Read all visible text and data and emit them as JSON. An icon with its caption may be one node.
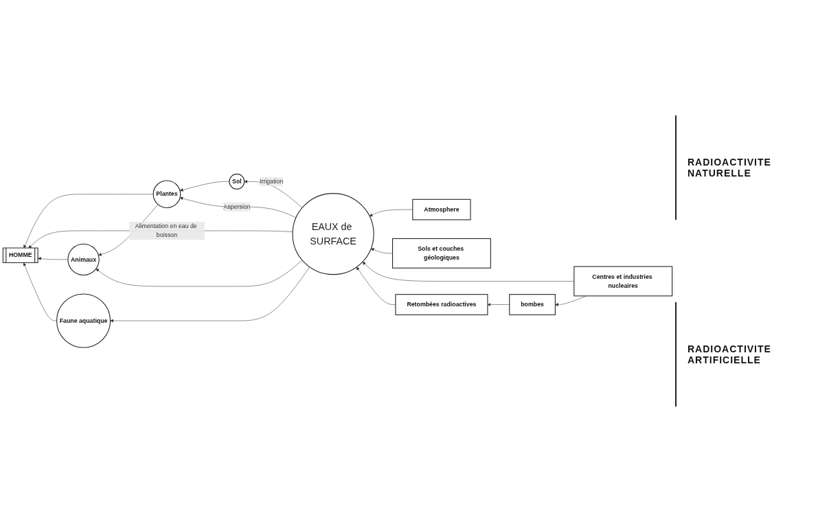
{
  "diagram": {
    "nodes": [
      {
        "text": [
          "Sol"
        ]
      },
      {
        "text": [
          "Plantes"
        ]
      },
      {
        "text": [
          "Atmosphere"
        ]
      },
      {
        "text": [
          "Sols et couches géologiques"
        ]
      },
      {
        "text": [
          "HOMME"
        ]
      },
      {
        "text": [
          "EAUX de SURFACE"
        ]
      },
      {
        "text": [
          "Centres et industries nucleaires"
        ]
      },
      {
        "text": [
          "bombes"
        ]
      },
      {
        "text": [
          "Animaux"
        ]
      },
      {
        "text": [
          "Retombées radioactives"
        ]
      },
      {
        "text": [
          "Faune aquatique"
        ]
      }
    ],
    "edges": [
      {
        "from": 0,
        "to": 1,
        "arrow": "to"
      },
      {
        "from": 5,
        "to": 0,
        "arrow": "to",
        "label": "Irrigation"
      },
      {
        "from": 5,
        "to": 1,
        "arrow": "to",
        "label": "Aspersion"
      },
      {
        "from": 1,
        "to": 4,
        "arrow": "to"
      },
      {
        "from": 1,
        "to": 8,
        "arrow": "to"
      },
      {
        "from": 5,
        "to": 4,
        "arrow": "to",
        "label": "Alimentation en eau de boisson"
      },
      {
        "from": 5,
        "to": 8,
        "arrow": "to"
      },
      {
        "from": 5,
        "to": 10,
        "arrow": "to"
      },
      {
        "from": 8,
        "to": 4,
        "arrow": "to"
      },
      {
        "from": 10,
        "to": 4,
        "arrow": "to"
      },
      {
        "from": 2,
        "to": 5,
        "arrow": "to"
      },
      {
        "from": 3,
        "to": 5,
        "arrow": "to"
      },
      {
        "from": 6,
        "to": 5,
        "arrow": "to"
      },
      {
        "from": 6,
        "to": 7,
        "arrow": "to"
      },
      {
        "from": 7,
        "to": 9,
        "arrow": "to"
      },
      {
        "from": 9,
        "to": 5,
        "arrow": "to"
      }
    ],
    "labels": [
      "RADIOACTIVITE NATURELLE",
      "RADIOACTIVITE ARTIFICIELLE"
    ]
  }
}
